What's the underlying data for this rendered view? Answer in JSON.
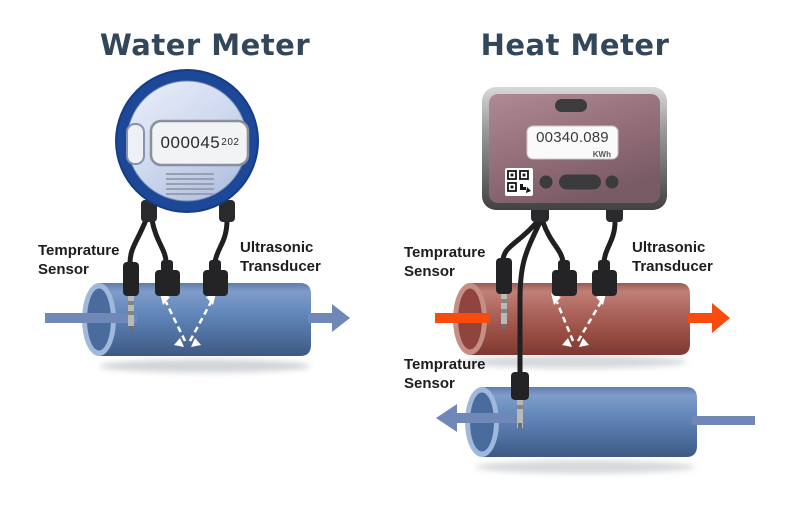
{
  "colors": {
    "title": "#33475b",
    "label": "#1d1d1d",
    "water_meter_ring": "#1d4898",
    "water_pipe_blue": "#5d83b6",
    "heat_pipe_red": "#a85a51",
    "water_flow_arrow": "#6f88b8",
    "heat_flow_arrow": "#f84b0e",
    "cable_black": "#202022",
    "ultrasonic_path_white": "#ffffff"
  },
  "water_section": {
    "title": "Water Meter",
    "meter_display": {
      "reading": "000045",
      "superscript": "202"
    },
    "labels": {
      "temperature_sensor": "Temprature\nSensor",
      "ultrasonic_transducer": "Ultrasonic\nTransducer"
    }
  },
  "heat_section": {
    "title": "Heat Meter",
    "meter_display": {
      "reading": "00340.089",
      "unit": "KWh"
    },
    "labels": {
      "supply_temperature_sensor": "Temprature\nSensor",
      "ultrasonic_transducer": "Ultrasonic\nTransducer",
      "return_temperature_sensor": "Temprature\nSensor"
    }
  }
}
